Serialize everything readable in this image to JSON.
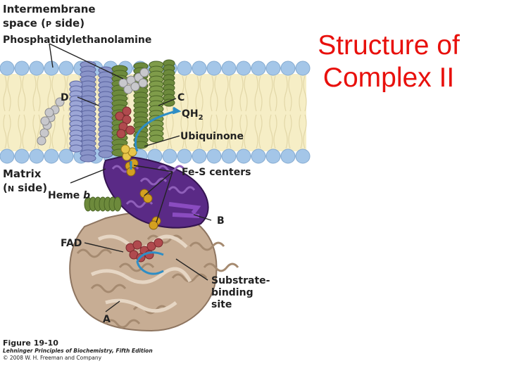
{
  "slide": {
    "title_line1": "Structure of",
    "title_line2": "Complex II"
  },
  "figure": {
    "labels": {
      "intermembrane_line1": "Intermembrane",
      "intermembrane_line2_a": "space (",
      "intermembrane_line2_p": "P",
      "intermembrane_line2_b": " side)",
      "phospholipid": "Phosphatidylethanolamine",
      "matrix_line1": "Matrix",
      "matrix_line2_a": "(",
      "matrix_line2_n": "N",
      "matrix_line2_b": " side)",
      "heme_a": "Heme ",
      "heme_b": "b",
      "subunit_d": "D",
      "subunit_c": "C",
      "qh2_a": "QH",
      "qh2_sub": "2",
      "ubiquinone": "Ubiquinone",
      "fes": "Fe-S centers",
      "subunit_b": "B",
      "fad": "FAD",
      "substrate_line1": "Substrate-",
      "substrate_line2": "binding",
      "substrate_line3": "site",
      "subunit_a": "A"
    },
    "caption": {
      "figure_no": "Figure 19-10",
      "book": "Lehninger Principles of Biochemistry, Fifth Edition",
      "copyright": "© 2008 W. H. Freeman and Company"
    },
    "colors": {
      "membrane_core": "#f6eec6",
      "headgroup": "#a4c6e8",
      "subunit_a": "#c0a890",
      "subunit_b": "#5a2a86",
      "subunit_c": "#6d8a3c",
      "subunit_d": "#8a94c8",
      "heme": "#b04a4e",
      "fes": "#d4a020",
      "arrow": "#2e8ec6",
      "title": "#e8100c"
    }
  }
}
